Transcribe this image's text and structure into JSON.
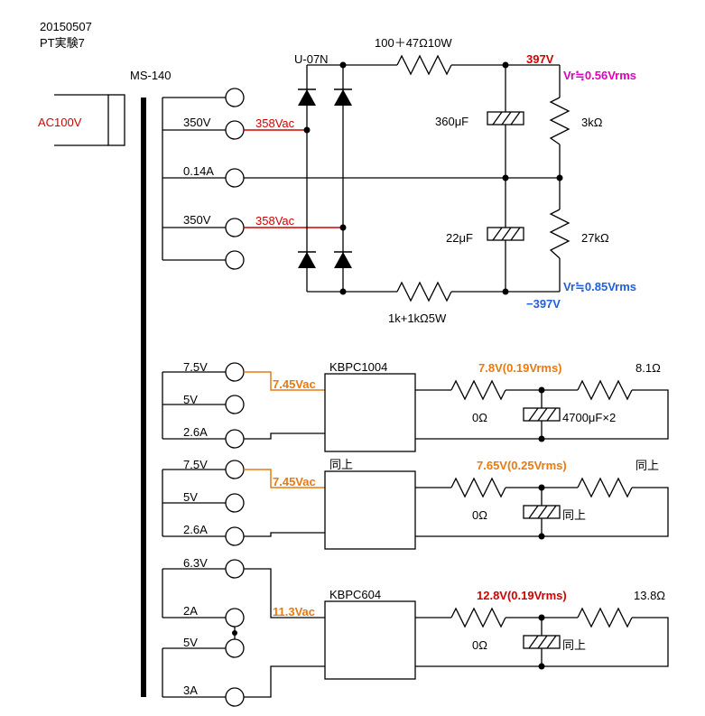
{
  "header": {
    "date": "20150507",
    "title": "PT実験7"
  },
  "transformer": {
    "name": "MS-140",
    "input": "AC100V"
  },
  "hv": {
    "tap_350a": "350V",
    "tap_014": "0.14A",
    "tap_350b": "350V",
    "vac_a": "358Vac",
    "vac_b": "358Vac",
    "rectifier": "U-07N",
    "r_top": "100＋47Ω10W",
    "r_bottom": "1k+1kΩ5W",
    "v_pos": "397V",
    "ripple_pos": "Vr≒0.56Vrms",
    "v_neg": "−397V",
    "ripple_neg": "Vr≒0.85Vrms",
    "c_top": "360μF",
    "c_bottom": "22μF",
    "r_load_top": "3kΩ",
    "r_load_bottom": "27kΩ"
  },
  "lv1": {
    "tap_75": "7.5V",
    "tap_5": "5V",
    "tap_26": "2.6A",
    "vac": "7.45Vac",
    "bridge": "KBPC1004",
    "vout": "7.8V(0.19Vrms)",
    "r1": "0Ω",
    "r2": "8.1Ω",
    "cap": "4700μF×2"
  },
  "lv2": {
    "tap_75": "7.5V",
    "tap_5": "5V",
    "tap_26": "2.6A",
    "vac": "7.45Vac",
    "bridge": "同上",
    "vout": "7.65V(0.25Vrms)",
    "r1": "0Ω",
    "r2": "同上",
    "cap": "同上"
  },
  "lv3": {
    "tap_63": "6.3V",
    "tap_2a": "2A",
    "tap_5": "5V",
    "tap_3a": "3A",
    "vac": "11.3Vac",
    "bridge": "KBPC604",
    "vout": "12.8V(0.19Vrms)",
    "r1": "0Ω",
    "r2": "13.8Ω",
    "cap": "同上"
  },
  "colors": {
    "red": "#d40000",
    "magenta": "#e000c0",
    "blue": "#1f5fe0",
    "orange": "#e87a10",
    "black": "#000000"
  }
}
